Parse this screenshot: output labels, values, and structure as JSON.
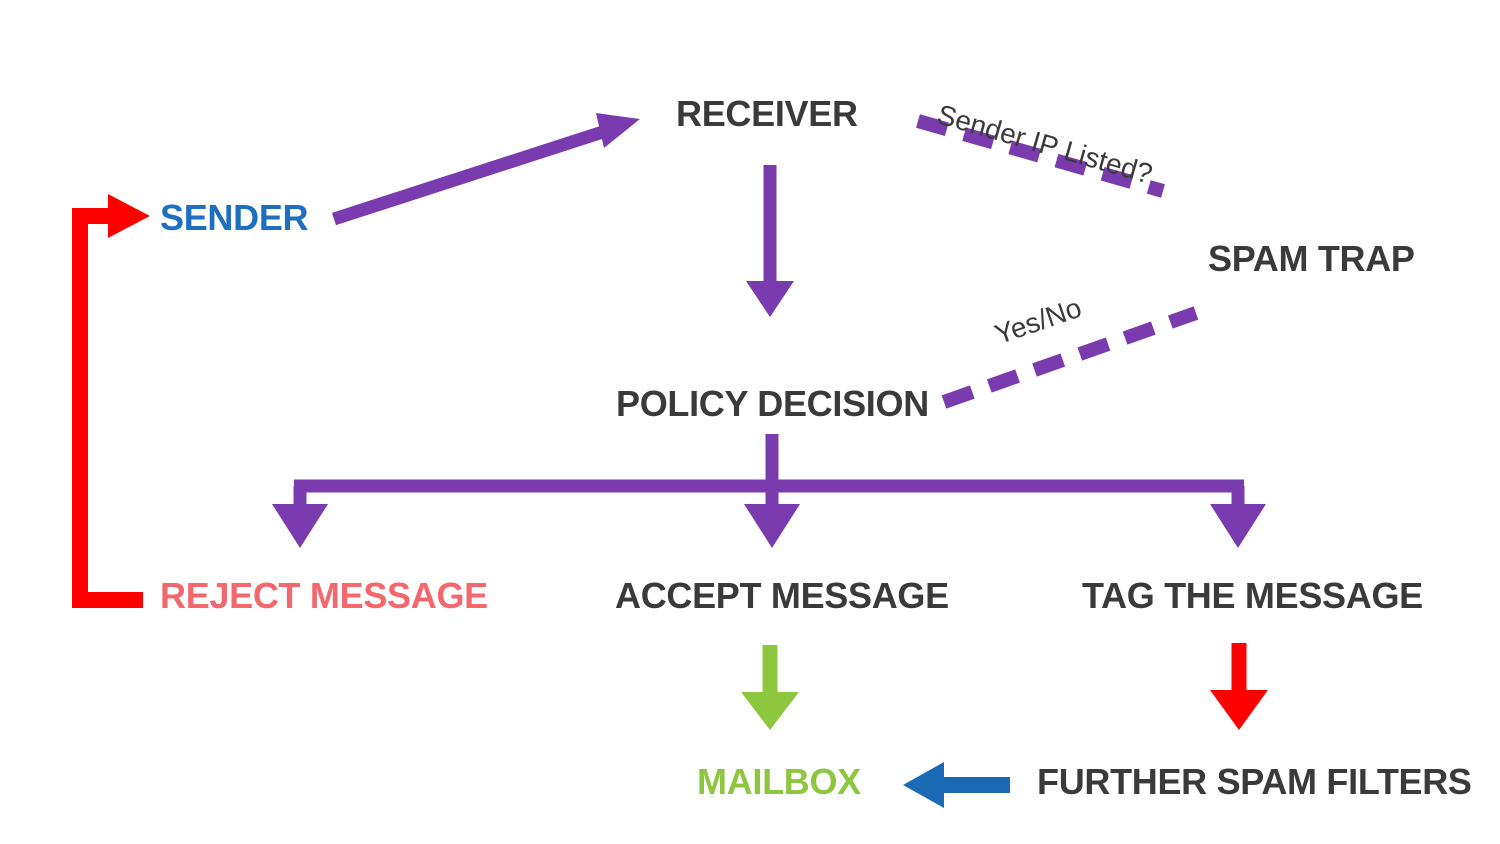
{
  "diagram": {
    "title": "Email spam filtering policy flow",
    "background": "#ffffff",
    "colors": {
      "purple": "#7A3BAE",
      "red": "#FF0000",
      "salmon": "#F4676C",
      "blue": "#1F6FC0",
      "arrow_blue": "#1C69B5",
      "green": "#8DC63F",
      "dark_gray": "#3A3A3A"
    },
    "nodes": [
      {
        "id": "sender",
        "label": "SENDER",
        "color": "#1F6FC0"
      },
      {
        "id": "receiver",
        "label": "RECEIVER",
        "color": "#3A3A3A"
      },
      {
        "id": "spam_trap",
        "label": "SPAM TRAP",
        "color": "#3A3A3A"
      },
      {
        "id": "policy",
        "label": "POLICY DECISION",
        "color": "#3A3A3A"
      },
      {
        "id": "reject",
        "label": "REJECT MESSAGE",
        "color": "#F4676C"
      },
      {
        "id": "accept",
        "label": "ACCEPT MESSAGE",
        "color": "#3A3A3A"
      },
      {
        "id": "tag",
        "label": "TAG THE MESSAGE",
        "color": "#3A3A3A"
      },
      {
        "id": "mailbox",
        "label": "MAILBOX",
        "color": "#8DC63F"
      },
      {
        "id": "spam_filters",
        "label": "FURTHER SPAM FILTERS",
        "color": "#3A3A3A"
      }
    ],
    "edge_labels": [
      {
        "id": "sender_ip_listed",
        "label": "Sender IP Listed?",
        "rotation_deg": 16,
        "style": "dashed",
        "color": "#7A3BAE"
      },
      {
        "id": "yes_no",
        "label": "Yes/No",
        "rotation_deg": -19,
        "style": "dashed",
        "color": "#7A3BAE"
      }
    ],
    "edges": [
      {
        "id": "sender-to-receiver",
        "from": "sender",
        "to": "receiver",
        "style": "solid",
        "color": "#7A3BAE"
      },
      {
        "id": "receiver-to-policy",
        "from": "receiver",
        "to": "policy",
        "style": "solid",
        "color": "#7A3BAE"
      },
      {
        "id": "spamtrap-dash-top",
        "from": "spam_trap",
        "to": "receiver",
        "style": "dashed",
        "color": "#7A3BAE",
        "label": "Sender IP Listed?"
      },
      {
        "id": "spamtrap-dash-bottom",
        "from": "spam_trap",
        "to": "policy",
        "style": "dashed",
        "color": "#7A3BAE",
        "label": "Yes/No"
      },
      {
        "id": "policy-to-reject",
        "from": "policy",
        "to": "reject",
        "style": "solid",
        "color": "#7A3BAE"
      },
      {
        "id": "policy-to-accept",
        "from": "policy",
        "to": "accept",
        "style": "solid",
        "color": "#7A3BAE"
      },
      {
        "id": "policy-to-tag",
        "from": "policy",
        "to": "tag",
        "style": "solid",
        "color": "#7A3BAE"
      },
      {
        "id": "accept-to-mailbox",
        "from": "accept",
        "to": "mailbox",
        "style": "solid",
        "color": "#8DC63F"
      },
      {
        "id": "tag-to-spamfilters",
        "from": "tag",
        "to": "spam_filters",
        "style": "solid",
        "color": "#FF0000"
      },
      {
        "id": "spamfilters-to-mailbox",
        "from": "spam_filters",
        "to": "mailbox",
        "style": "solid",
        "color": "#1C69B5"
      },
      {
        "id": "reject-back-to-sender",
        "from": "reject",
        "to": "sender",
        "style": "solid",
        "color": "#FF0000"
      }
    ]
  }
}
